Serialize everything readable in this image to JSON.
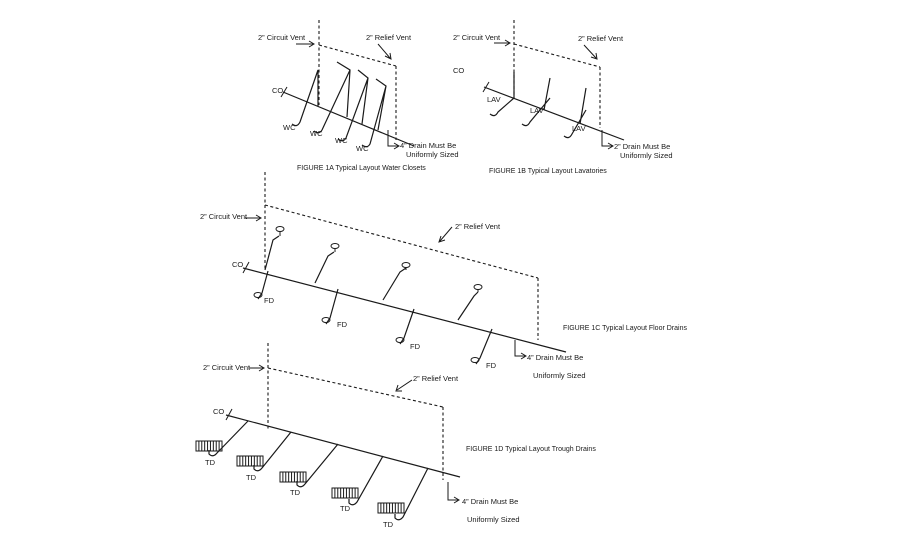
{
  "figures": {
    "fig1a": {
      "circuit_vent": "2” Circuit Vent",
      "relief_vent": "2” Relief Vent",
      "cleanout": "CO",
      "fixture": "WC",
      "drain_line1": "4” Drain Must Be",
      "drain_line2": "Uniformly Sized",
      "caption": "FIGURE 1A Typical Layout Water Closets"
    },
    "fig1b": {
      "circuit_vent": "2” Circuit Vent",
      "relief_vent": "2” Relief Vent",
      "cleanout": "CO",
      "fixture": "LAV",
      "drain_line1": "2” Drain Must Be",
      "drain_line2": "Uniformly Sized",
      "caption": "FIGURE 1B Typical Layout Lavatories"
    },
    "fig1c": {
      "circuit_vent": "2” Circuit Vent",
      "relief_vent": "2” Relief Vent",
      "cleanout": "CO",
      "fixture": "FD",
      "drain_line1": "4” Drain Must Be",
      "drain_line2": "Uniformly Sized",
      "caption": "FIGURE 1C Typical Layout Floor Drains"
    },
    "fig1d": {
      "circuit_vent": "2” Circuit Vent",
      "relief_vent": "2” Relief Vent",
      "cleanout": "CO",
      "fixture": "TD",
      "drain_line1": "4” Drain Must Be",
      "drain_line2": "Uniformly Sized",
      "caption": "FIGURE 1D Typical Layout Trough Drains"
    }
  }
}
